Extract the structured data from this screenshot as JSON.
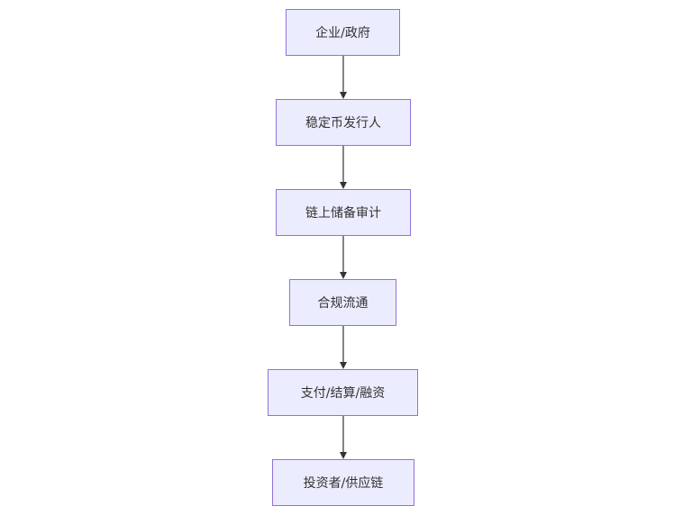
{
  "diagram": {
    "type": "flowchart-top-down",
    "colors": {
      "node_fill": "#ECECFF",
      "node_border": "#9370DB",
      "text": "#333333",
      "edge": "#333333",
      "background": "#FFFFFF"
    },
    "nodes": [
      {
        "label": "企业/政府"
      },
      {
        "label": "稳定币发行人"
      },
      {
        "label": "链上储备审计"
      },
      {
        "label": "合规流通"
      },
      {
        "label": "支付/结算/融资"
      },
      {
        "label": "投资者/供应链"
      }
    ],
    "edges": [
      {
        "from": 0,
        "to": 1
      },
      {
        "from": 1,
        "to": 2
      },
      {
        "from": 2,
        "to": 3
      },
      {
        "from": 3,
        "to": 4
      },
      {
        "from": 4,
        "to": 5
      }
    ]
  }
}
